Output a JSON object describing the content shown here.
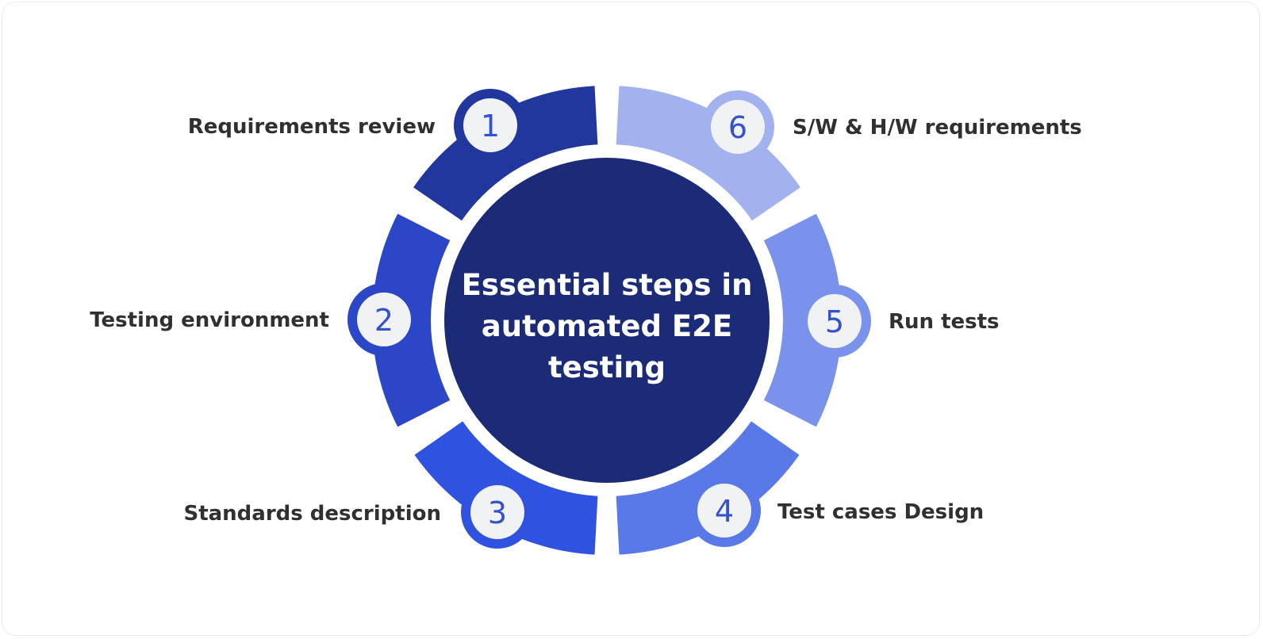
{
  "title_lines": [
    "Essential steps in",
    "automated E2E",
    "testing"
  ],
  "steps": [
    {
      "number": "1",
      "label": "Requirements review",
      "color": "#22379e"
    },
    {
      "number": "2",
      "label": "Testing environment",
      "color": "#2b46c6"
    },
    {
      "number": "3",
      "label": "Standards description",
      "color": "#2f52e0"
    },
    {
      "number": "4",
      "label": "Test cases Design",
      "color": "#5a79e8"
    },
    {
      "number": "5",
      "label": "Run tests",
      "color": "#7b92ec"
    },
    {
      "number": "6",
      "label": "S/W & H/W requirements",
      "color": "#a2b2ef"
    }
  ],
  "colors": {
    "center": "#1c2b78",
    "badge_fill": "#f1f2f4",
    "number_text": "#3550d0",
    "label_text": "#2f3033"
  }
}
